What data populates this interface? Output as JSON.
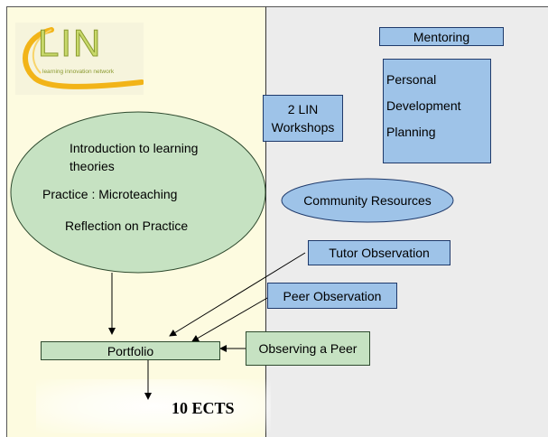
{
  "logo": {
    "letters": "LIN",
    "subtitle": "learning innovation network"
  },
  "ellipse_main": {
    "line1": "Introduction to learning",
    "line2": "theories",
    "line3": "Practice : Microteaching",
    "line4": "Reflection on Practice"
  },
  "boxes": {
    "mentoring": "Mentoring",
    "pdp_line1": "Personal",
    "pdp_line2": "Development",
    "pdp_line3": "Planning",
    "workshops_line1": "2 LIN",
    "workshops_line2": "Workshops",
    "community": "Community Resources",
    "tutor_observation": "Tutor Observation",
    "peer_observation": "Peer Observation",
    "observing_peer": "Observing a Peer",
    "portfolio": "Portfolio"
  },
  "result": "10 ECTS",
  "colors": {
    "left_panel": "#fdfbe0",
    "right_panel": "#ececec",
    "blue_box": "#9ec3e8",
    "green_box": "#c6e2c2"
  }
}
